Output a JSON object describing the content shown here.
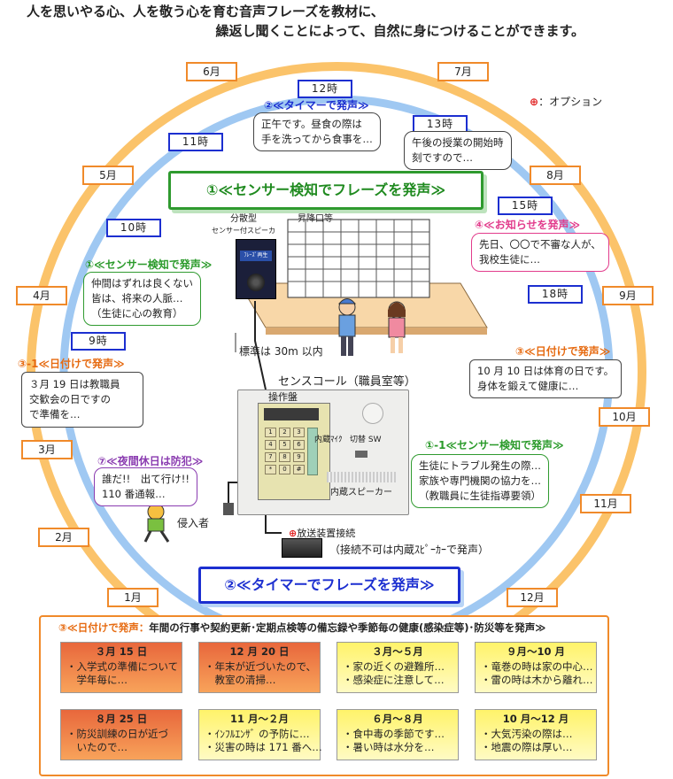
{
  "header": {
    "line1": "人を思いやる心、人を敬う心を育む音声フレーズを教材に、",
    "line2": "繰返し聞くことによって、自然に身につけることができます。"
  },
  "option_note": {
    "symbol": "⊕",
    "text": "：オプション"
  },
  "months": [
    "6月",
    "7月",
    "5月",
    "8月",
    "4月",
    "9月",
    "3月",
    "10月",
    "2月",
    "11月",
    "1月",
    "12月"
  ],
  "hours": [
    "12時",
    "11時",
    "13時",
    "10時",
    "15時",
    "18時",
    "9時"
  ],
  "banner_sensor": "①≪センサー検知でフレーズを発声≫",
  "banner_timer": "②≪タイマーでフレーズを発声≫",
  "timer_label": "②≪タイマーで発声≫",
  "timer_bubble": [
    "正午です。昼食の際は",
    "手を洗ってから食事を…"
  ],
  "bubble_13": [
    "午後の授業の開始時",
    "刻ですので…"
  ],
  "notice_label": "④≪お知らせを発声≫",
  "notice_bubble": [
    "先日、〇〇で不審な人が、",
    "我校生徒に…"
  ],
  "sensor_label": "①≪センサー検知で発声≫",
  "sensor_bubble": [
    "仲間はずれは良くない",
    "皆は、将来の人脈…",
    "（生徒に心の教育）"
  ],
  "date31_label": "③-1≪日付けで発声≫",
  "date31_bubble": [
    "３月 19 日は教職員",
    "交歓会の日ですの",
    "で準備を…"
  ],
  "date3_label": "③≪日付けで発声≫",
  "date3_bubble": [
    "10 月 10 日は体育の日です。",
    "身体を鍛えて健康に…"
  ],
  "night_label": "⑦≪夜間休日は防犯≫",
  "night_bubble": [
    "誰だ!!　出て行け!!",
    "110 番通報…"
  ],
  "sensor11_label": "①-1≪センサー検知で発声≫",
  "sensor11_bubble": [
    "生徒にトラブル発生の際…",
    "家族や専門機関の協力を…",
    "（教職員に生徒指導要領）"
  ],
  "speaker": {
    "line1": "分散型",
    "line2": "センサー付スピーカー",
    "screen": "ﾌﾚｰｽﾞ再生"
  },
  "stairs_label": "昇降口等",
  "range_label": "標準は 30m 以内",
  "device": {
    "title": "センスコール（職員室等）",
    "panel_label": "操作盤",
    "mic_label": "内蔵ﾏｲｸ",
    "switch_label": "切替 SW",
    "speaker_label": "内蔵スピーカー",
    "keys": [
      "1",
      "2",
      "3",
      "4",
      "5",
      "6",
      "7",
      "8",
      "9",
      "*",
      "0",
      "#"
    ]
  },
  "intruder_label": "侵入者",
  "broadcast": {
    "mark": "⊕",
    "label": "放送装置接続",
    "note": "（接続不可は内蔵ｽﾋﾟｰｶｰで発声）"
  },
  "bottom": {
    "title_prefix": "③≪日付けで発声：",
    "title_rest": "年間の行事や契約更新･定期点検等の備忘録や季節毎の健康(感染症等)･防災等を発声≫",
    "cards": [
      {
        "date": "３月 15 日",
        "lines": [
          "・入学式の準備について",
          "　学年毎に…"
        ],
        "style": "red"
      },
      {
        "date": "12 月 20 日",
        "lines": [
          "・年末が近づいたので、",
          "　教室の清掃…"
        ],
        "style": "red"
      },
      {
        "date": "３月～５月",
        "lines": [
          "・家の近くの避難所…",
          "・感染症に注意して…"
        ],
        "style": "yellow"
      },
      {
        "date": "９月～10 月",
        "lines": [
          "・竜巻の時は家の中心…",
          "・雷の時は木から離れ…"
        ],
        "style": "yellow"
      },
      {
        "date": "８月 25 日",
        "lines": [
          "・防災訓練の日が近づ",
          "　いたので…"
        ],
        "style": "red"
      },
      {
        "date": "11 月～２月",
        "lines": [
          "・ｲﾝﾌﾙｴﾝｻﾞ の予防に…",
          "・災害の時は 171 番へ…"
        ],
        "style": "yellow"
      },
      {
        "date": "６月～８月",
        "lines": [
          "・食中毒の季節です…",
          "・暑い時は水分を…"
        ],
        "style": "yellow"
      },
      {
        "date": "10 月～12 月",
        "lines": [
          "・大気汚染の際は…",
          "・地震の際は厚い…"
        ],
        "style": "yellow"
      }
    ]
  },
  "colors": {
    "orange": "#f08a2a",
    "blue": "#1c2fd0",
    "green": "#2f9a2f",
    "pink": "#e23c8c"
  }
}
